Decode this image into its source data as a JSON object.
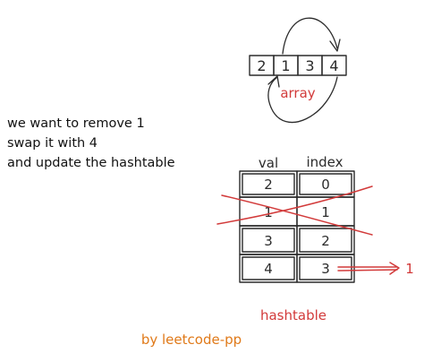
{
  "array": {
    "cells": [
      "2",
      "1",
      "3",
      "4"
    ],
    "label": "array"
  },
  "explanation": {
    "lines": [
      "we want to remove 1",
      "swap it with 4",
      "and update the hashtable"
    ]
  },
  "hashtable": {
    "headers": {
      "val": "val",
      "index": "index"
    },
    "rows": [
      {
        "val": "2",
        "index": "0"
      },
      {
        "val": "1",
        "index": "1"
      },
      {
        "val": "3",
        "index": "2"
      },
      {
        "val": "4",
        "index": "3"
      }
    ],
    "update_target": "1",
    "label": "hashtable"
  },
  "credit": "by leetcode-pp",
  "colors": {
    "ink": "#2b2b2b",
    "red": "#d23a3a",
    "orange": "#e07a1a"
  }
}
